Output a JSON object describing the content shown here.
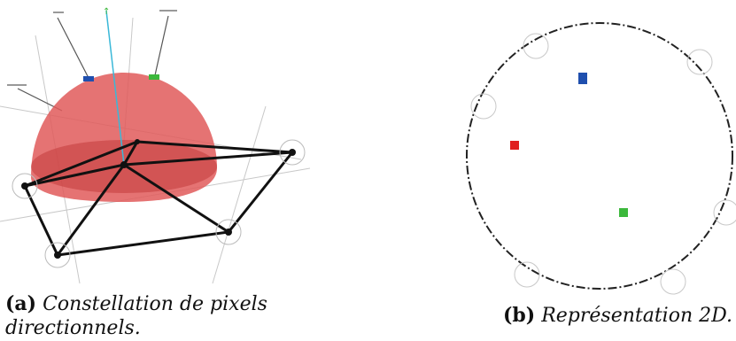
{
  "figure": {
    "subfigure_a": {
      "tag": "(a)",
      "caption_line1": "Constellation de pixels",
      "caption_line2": "directionnels."
    },
    "subfigure_b": {
      "tag": "(b)",
      "caption": "Représentation 2D."
    }
  },
  "colors": {
    "hemisphere": "#e05a5a",
    "hemisphere_dark": "#c23a3a",
    "blue_pixel": "#1f4fae",
    "red_pixel": "#e02020",
    "green_pixel": "#3cb83c",
    "axis_cyan": "#3ab8d8",
    "mesh": "#111111"
  }
}
